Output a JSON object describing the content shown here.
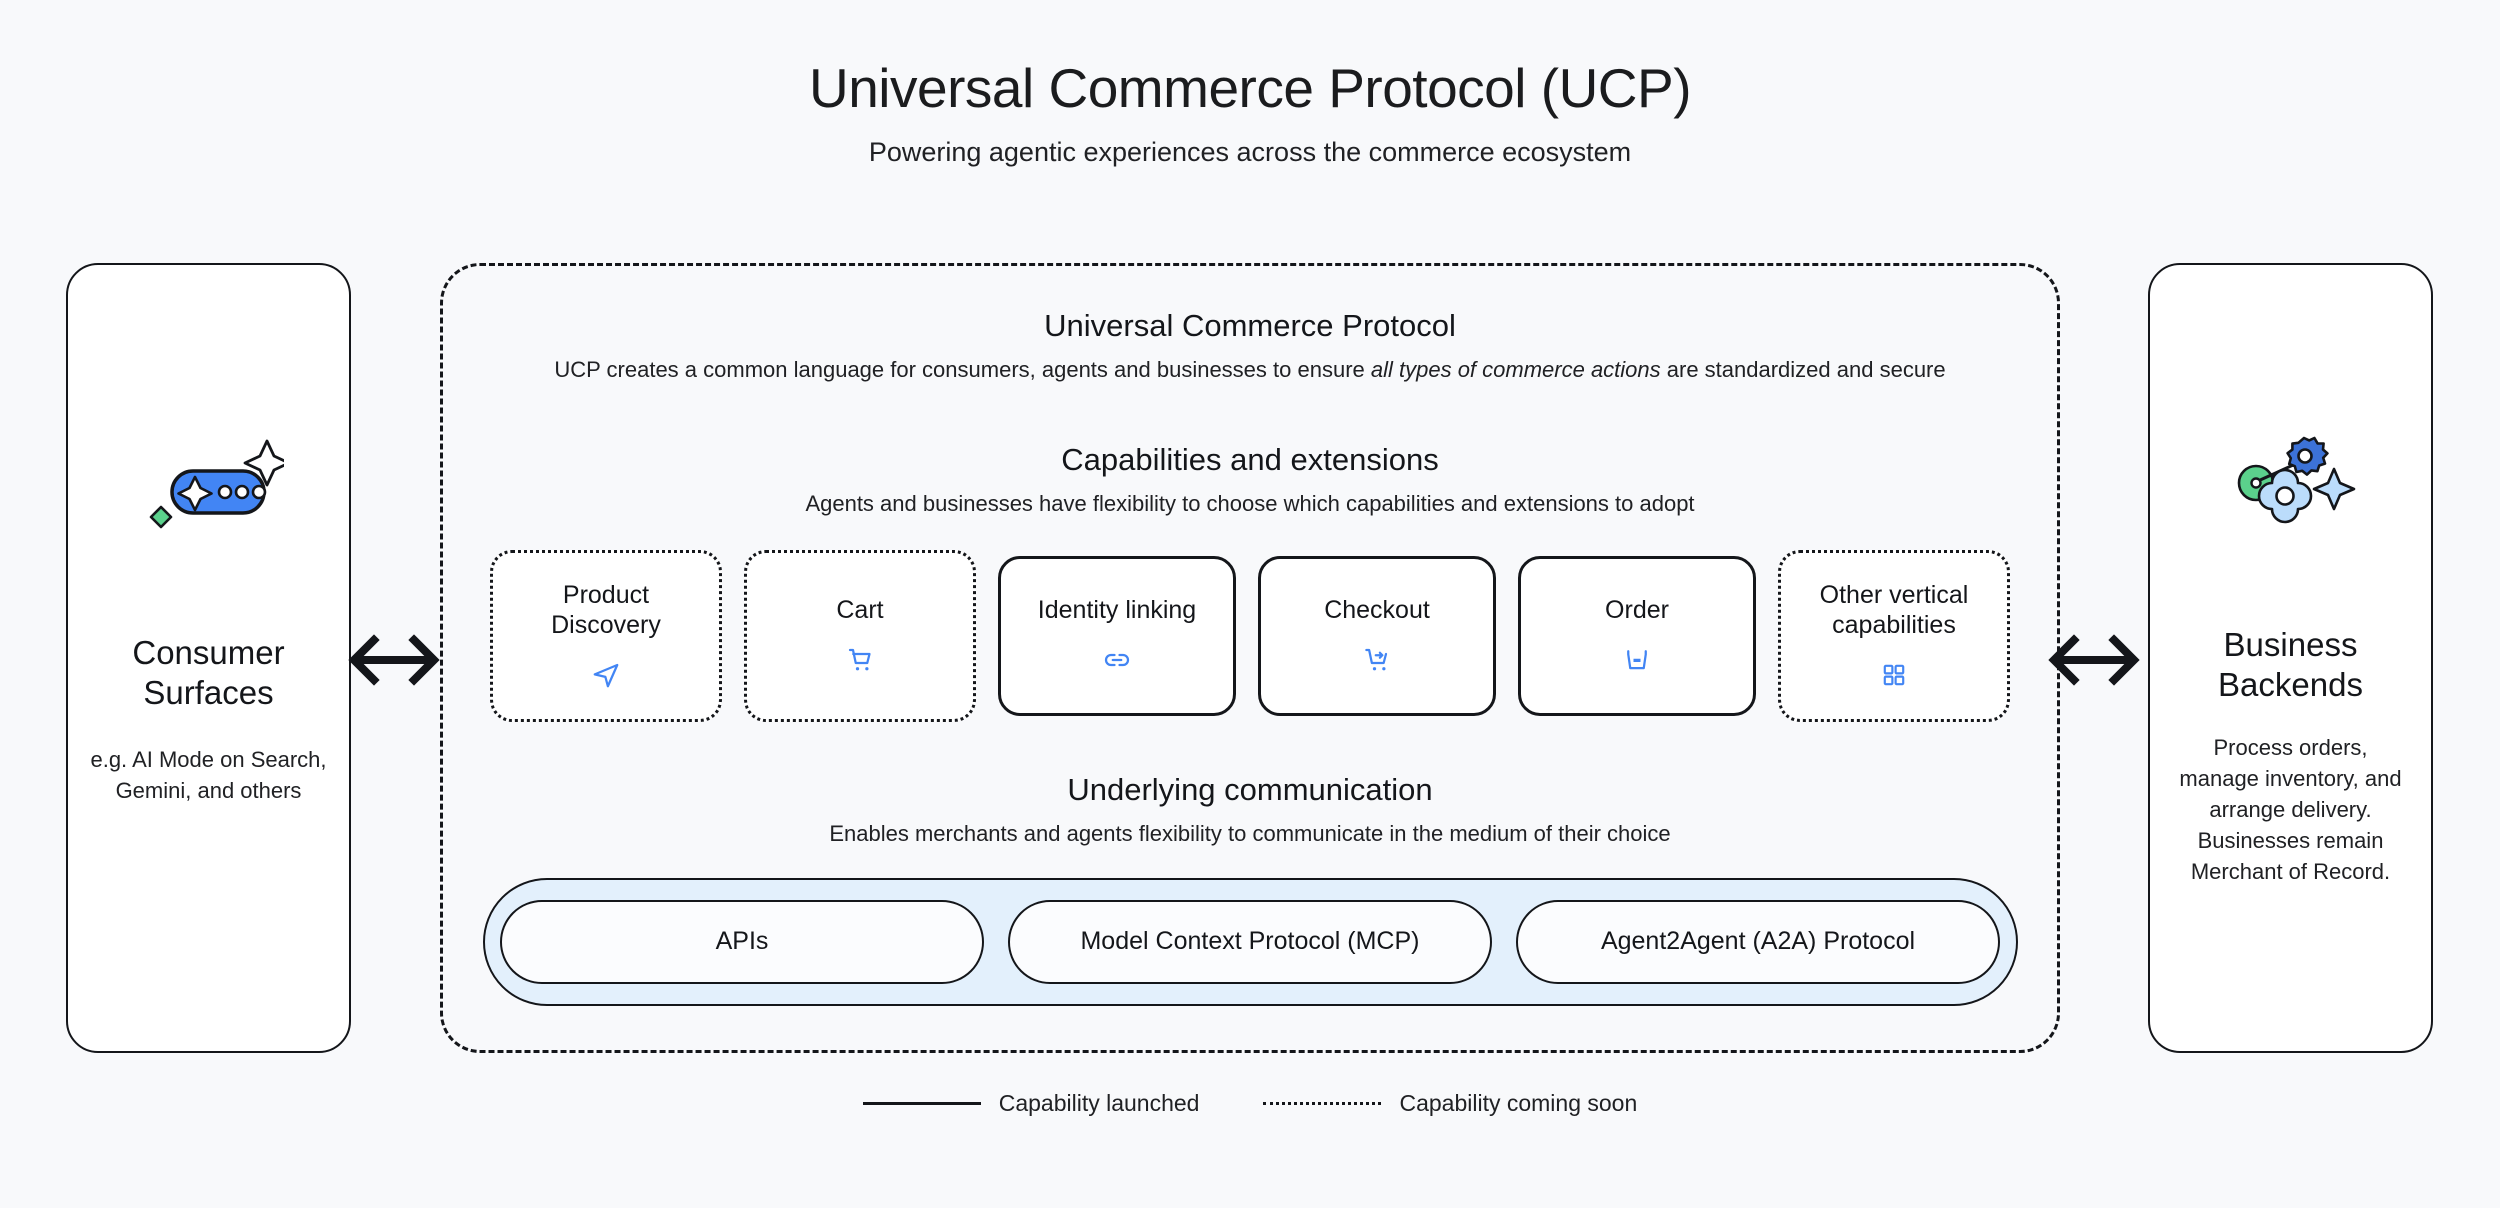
{
  "header": {
    "title": "Universal Commerce Protocol (UCP)",
    "subtitle": "Powering agentic experiences across the commerce ecosystem"
  },
  "left_panel": {
    "icon": "ai-chat-sparkle-icon",
    "title": "Consumer Surfaces",
    "description": "e.g. AI Mode on Search, Gemini, and others"
  },
  "right_panel": {
    "icon": "gears-settings-icon",
    "title": "Business Backends",
    "description": "Process orders, manage inventory, and arrange delivery. Businesses remain Merchant of Record."
  },
  "arrows": {
    "left": "double-arrow-icon",
    "right": "double-arrow-icon"
  },
  "protocol": {
    "title": "Universal Commerce Protocol",
    "description_part1": "UCP creates a common language for consumers, agents and businesses to ensure ",
    "description_italic": "all types of commerce actions",
    "description_part2": " are standardized and secure"
  },
  "capabilities": {
    "title": "Capabilities and extensions",
    "subtitle": "Agents and businesses have flexibility to choose which capabilities and extensions to adopt",
    "cards": [
      {
        "label": "Product Discovery",
        "icon": "send-paper-plane-icon",
        "status": "soon"
      },
      {
        "label": "Cart",
        "icon": "shopping-cart-icon",
        "status": "soon"
      },
      {
        "label": "Identity linking",
        "icon": "link-chain-icon",
        "status": "launched"
      },
      {
        "label": "Checkout",
        "icon": "cart-arrow-icon",
        "status": "launched"
      },
      {
        "label": "Order",
        "icon": "basket-package-icon",
        "status": "launched"
      },
      {
        "label": "Other vertical capabilities",
        "icon": "grid-squares-icon",
        "status": "soon"
      }
    ]
  },
  "communication": {
    "title": "Underlying communication",
    "subtitle": "Enables merchants and agents flexibility to communicate in the medium of their choice",
    "pills": [
      "APIs",
      "Model Context Protocol (MCP)",
      "Agent2Agent (A2A) Protocol"
    ]
  },
  "legend": {
    "launched_label": "Capability launched",
    "soon_label": "Capability coming soon"
  },
  "colors": {
    "background": "#F8F9FB",
    "accent_blue": "#4285F4",
    "comm_bar": "#E3F0FC",
    "outline": "#14161A",
    "green": "#5BD18C"
  }
}
